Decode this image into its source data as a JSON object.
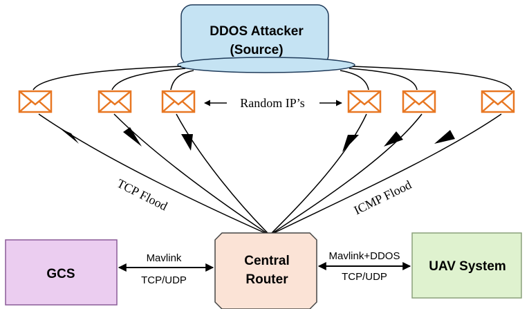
{
  "attacker": {
    "line1": "DDOS Attacker",
    "line2": "(Source)",
    "fill": "#c5e3f3",
    "stroke": "#1f3b5a"
  },
  "random_ips_label": "Random IP’s",
  "tcp_flood_label": "TCP Flood",
  "icmp_flood_label": "ICMP Flood",
  "gcs": {
    "label": "GCS",
    "fill": "#ebcdf0",
    "stroke": "#8a5a97"
  },
  "router": {
    "line1": "Central",
    "line2": "Router",
    "fill": "#fbe3d6",
    "stroke": "#444444"
  },
  "uav": {
    "label": "UAV System",
    "fill": "#dff2cf",
    "stroke": "#8aa07a"
  },
  "link_left": {
    "top": "Mavlink",
    "bottom": "TCP/UDP"
  },
  "link_right": {
    "top": "Mavlink+DDOS",
    "bottom": "TCP/UDP"
  },
  "packet_icon": {
    "name": "envelope-icon",
    "color": "#e87722",
    "count": 6
  }
}
